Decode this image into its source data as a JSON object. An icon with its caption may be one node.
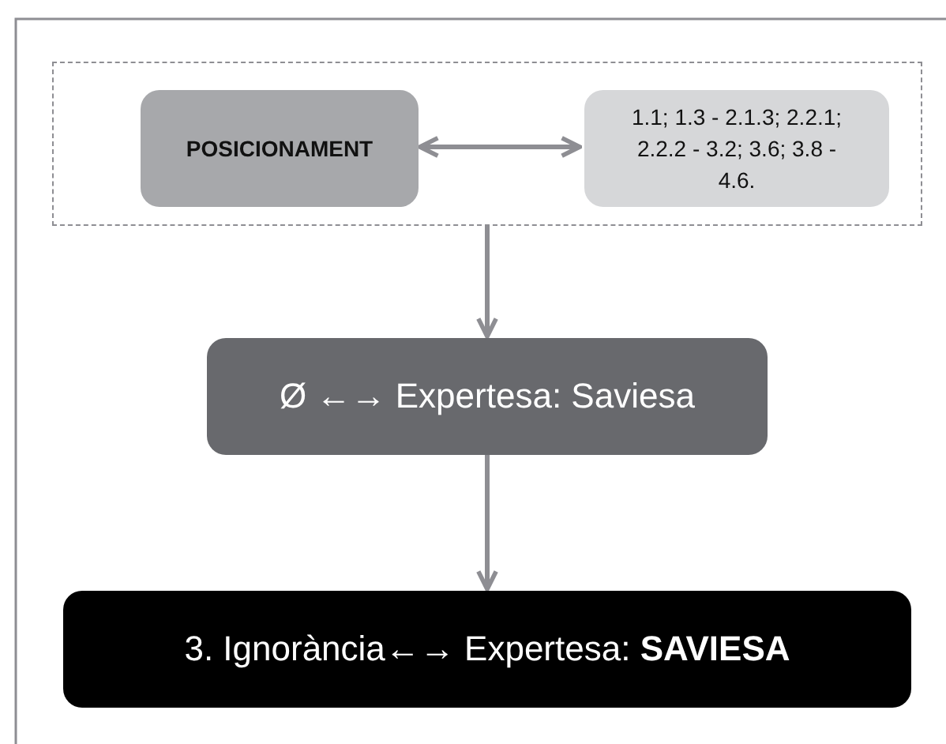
{
  "diagram": {
    "nodes": [
      {
        "text": [],
        "shape": "box"
      },
      {
        "text": [
          "POSICIONAMENT"
        ],
        "in": 0
      },
      {
        "text": [
          "1.1; 1.3 - 2.1.3; 2.2.1; 2.2.2 - 3.2; 3.6; 3.8 - 4.6."
        ],
        "in": 0
      },
      {
        "text": [
          "Ø ←→ Expertesa: Saviesa"
        ]
      },
      {
        "text": [
          "3. Ignorància←→ Expertesa: **SAVIESA**"
        ]
      }
    ],
    "edges": [
      {
        "from": 1,
        "to": 2,
        "arrow": "both"
      },
      {
        "from": 0,
        "to": 3,
        "arrow": "to"
      },
      {
        "from": 3,
        "to": 4,
        "arrow": "to"
      }
    ]
  }
}
